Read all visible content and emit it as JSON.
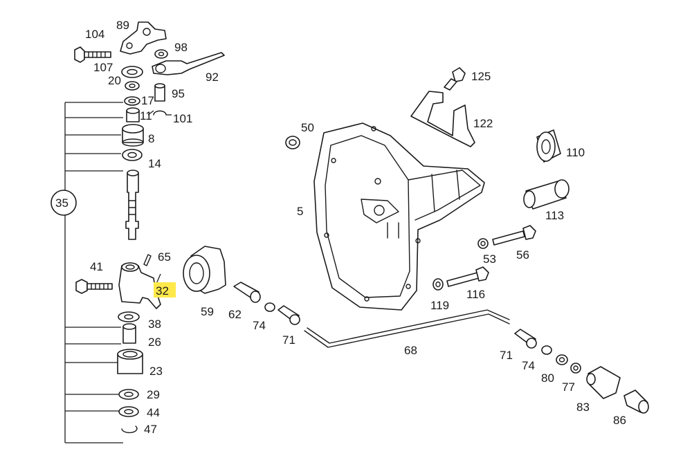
{
  "highlight_color": "#ffe94a",
  "group_callout": "35",
  "labels": {
    "p104": "104",
    "p89": "89",
    "p98": "98",
    "p107": "107",
    "p92": "92",
    "p20": "20",
    "p95": "95",
    "p17": "17",
    "p11": "11",
    "p101": "101",
    "p8": "8",
    "p14": "14",
    "p41": "41",
    "p65": "65",
    "p32": "32",
    "p38": "38",
    "p26": "26",
    "p23": "23",
    "p29": "29",
    "p44": "44",
    "p47": "47",
    "p59": "59",
    "p62": "62",
    "p74a": "74",
    "p71a": "71",
    "p68": "68",
    "p5": "5",
    "p50": "50",
    "p125": "125",
    "p122": "122",
    "p110": "110",
    "p113": "113",
    "p53": "53",
    "p56": "56",
    "p119": "119",
    "p116": "116",
    "p71b": "71",
    "p74b": "74",
    "p80": "80",
    "p77": "77",
    "p83": "83",
    "p86": "86"
  }
}
